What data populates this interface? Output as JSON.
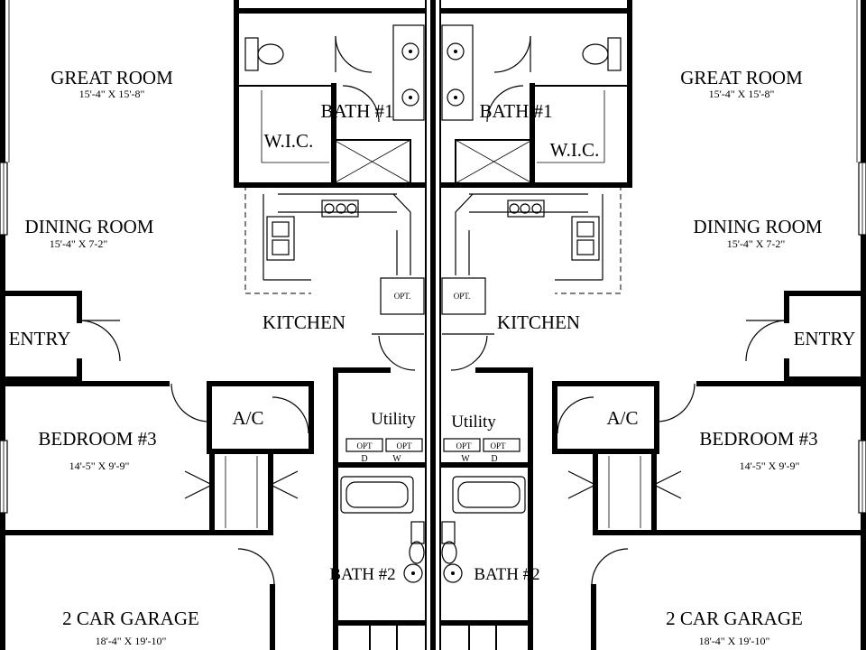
{
  "left_unit": {
    "great_room": {
      "name": "GREAT ROOM",
      "dims": "15'-4\" X 15'-8\""
    },
    "dining_room": {
      "name": "DINING ROOM",
      "dims": "15'-4\" X 7-2\""
    },
    "entry": "ENTRY",
    "kitchen": "KITCHEN",
    "bedroom3": {
      "name": "BEDROOM #3",
      "dims": "14'-5\" X 9'-9\""
    },
    "ac": "A/C",
    "garage": {
      "name": "2 CAR GARAGE",
      "dims": "18'-4\" X 19'-10\""
    },
    "bath1": "BATH #1",
    "wic": "W.I.C.",
    "opt": "OPT.",
    "utility": "Utility",
    "opt_small": "OPT",
    "dryer": "D",
    "washer": "W",
    "bath2": "BATH #2"
  },
  "right_unit": {
    "great_room": {
      "name": "GREAT ROOM",
      "dims": "15'-4\" X 15'-8\""
    },
    "dining_room": {
      "name": "DINING ROOM",
      "dims": "15'-4\" X 7-2\""
    },
    "entry": "ENTRY",
    "kitchen": "KITCHEN",
    "bedroom3": {
      "name": "BEDROOM #3",
      "dims": "14'-5\" X 9'-9\""
    },
    "ac": "A/C",
    "garage": {
      "name": "2 CAR GARAGE",
      "dims": "18'-4\" X 19'-10\""
    },
    "bath1": "BATH #1",
    "wic": "W.I.C.",
    "opt": "OPT.",
    "utility": "Utility",
    "opt_small": "OPT",
    "dryer": "D",
    "washer": "W",
    "bath2": "BATH #2"
  }
}
